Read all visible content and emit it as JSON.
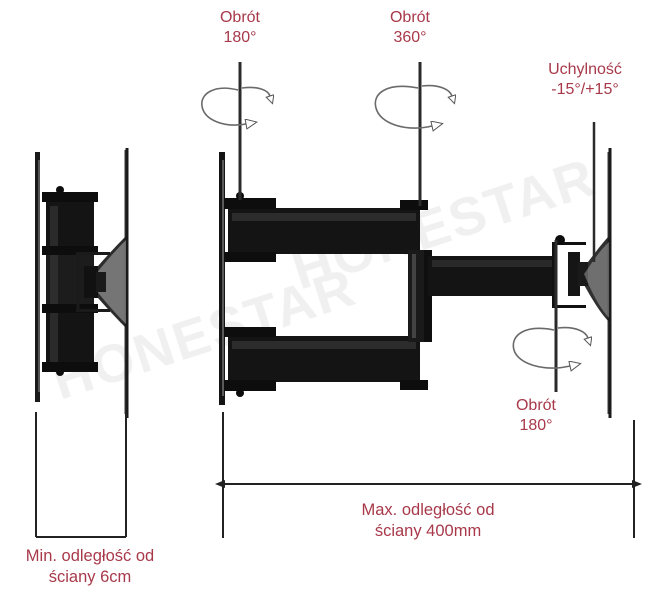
{
  "diagram": {
    "title": "TV wall mount articulating arm specification diagram",
    "watermark_text": "HONESTAR",
    "label_color": "#a8394a",
    "line_color": "#333333",
    "part_color": "#111111"
  },
  "annotations": {
    "rotation_left": {
      "name": "Obrót 180° (swivel, left bracket)",
      "line1": "Obrót",
      "line2": "180°",
      "text": "Obrót\n180°",
      "value": 180,
      "unit": "°"
    },
    "rotation_center": {
      "name": "Obrót 360° (swivel, center joint)",
      "line1": "Obrót",
      "line2": "360°",
      "text": "Obrót\n360°",
      "value": 360,
      "unit": "°"
    },
    "tilt": {
      "name": "Uchylność (tilt range)",
      "line1": "Uchylność",
      "line2": "-15°/+15°",
      "text": "Uchylność\n-15°/+15°",
      "min": -15,
      "max": 15,
      "unit": "°"
    },
    "rotation_right": {
      "name": "Obrót 180° (swivel, TV head)",
      "line1": "Obrót",
      "line2": "180°",
      "text": "Obrót\n180°",
      "value": 180,
      "unit": "°"
    }
  },
  "dimensions": {
    "min_distance": {
      "line1": "Min. odległość od",
      "line2": "ściany 6cm",
      "text": "Min. odległość od\nściany 6cm",
      "value": 6,
      "unit": "cm"
    },
    "max_distance": {
      "line1": "Max. odległość od",
      "line2": "ściany 400mm",
      "text": "Max. odległość od\nściany 400mm",
      "value": 400,
      "unit": "mm"
    }
  },
  "views": {
    "left_view": {
      "name": "folded-position-side-view",
      "description": "Mount folded flat against wall, minimum depth"
    },
    "right_view": {
      "name": "extended-position-side-view",
      "description": "Mount fully extended from wall, maximum depth"
    }
  }
}
